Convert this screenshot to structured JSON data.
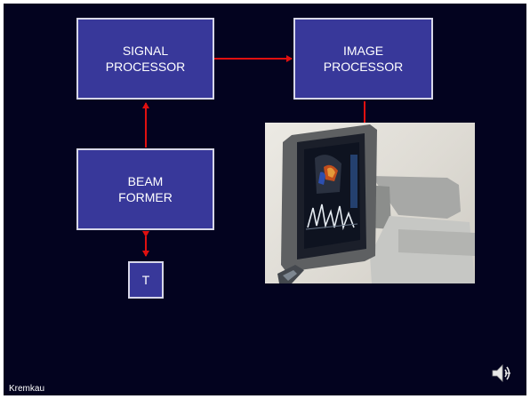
{
  "diagram": {
    "boxes": {
      "signal_processor": [
        "SIGNAL",
        "PROCESSOR"
      ],
      "image_processor": [
        "IMAGE",
        "PROCESSOR"
      ],
      "beam_former": [
        "BEAM",
        "FORMER"
      ],
      "transducer": "T"
    },
    "arrow_color": "#e01010",
    "box_color": "#38389a",
    "background_color": "#03031f"
  },
  "footer": {
    "credit": "Kremkau"
  },
  "icons": {
    "speaker": "speaker-icon"
  }
}
